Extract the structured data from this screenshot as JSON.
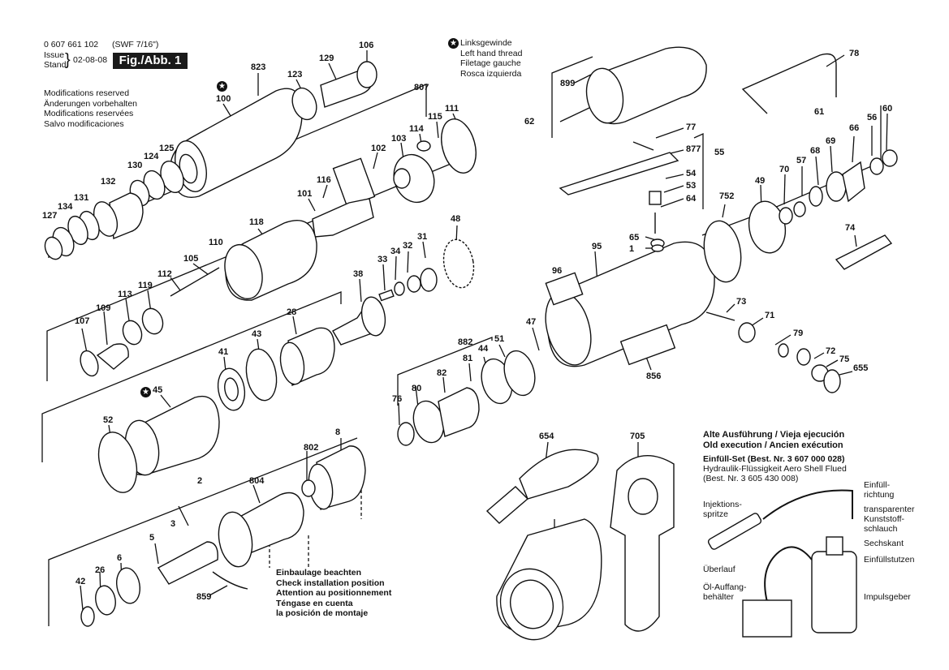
{
  "header": {
    "part_number": "0 607 661 102",
    "model": "(SWF 7/16\")",
    "issue_label": "Issue",
    "stand_label": "Stand",
    "brace": "}",
    "issue_date": "02-08-08",
    "figure_label": "Fig./Abb. 1"
  },
  "modifications": [
    "Modifications reserved",
    "Änderungen vorbehalten",
    "Modifications reservées",
    "Salvo modificaciones"
  ],
  "thread_legend": {
    "symbol": "★",
    "lines": [
      "Linksgewinde",
      "Left hand thread",
      "Filetage gauche",
      "Rosca izquierda"
    ]
  },
  "installation_note": [
    "Einbaulage beachten",
    "Check installation position",
    "Attention au positionnement",
    "Téngase en cuenta",
    "la posición de montaje"
  ],
  "old_execution": {
    "title_1": "Alte Ausführung / Vieja ejecución",
    "title_2": "Old execution / Ancien exécution",
    "set_line": "Einfüll-Set (Best. Nr. 3 607 000 028)",
    "fluid_line": "Hydraulik-Flüssigkeit Aero Shell Flued",
    "fluid_order": "(Best. Nr. 3 605 430 008)",
    "labels": {
      "injektionsspritze_1": "Injektions-",
      "injektionsspritze_2": "spritze",
      "einfull_1": "Einfüll-",
      "einfull_2": "richtung",
      "schlauch_1": "transparenter",
      "schlauch_2": "Kunststoff-",
      "schlauch_3": "schlauch",
      "sechskant": "Sechskant",
      "stutzen": "Einfüllstutzen",
      "uberlauf": "Überlauf",
      "behalter_1": "Öl-Auffang-",
      "behalter_2": "behälter",
      "impulsgeber": "Impulsgeber"
    }
  },
  "part_numbers": [
    "823",
    "106",
    "129",
    "123",
    "100",
    "807",
    "111",
    "115",
    "114",
    "103",
    "102",
    "116",
    "101",
    "125",
    "124",
    "130",
    "132",
    "131",
    "134",
    "127",
    "118",
    "110",
    "105",
    "112",
    "119",
    "113",
    "109",
    "107",
    "48",
    "31",
    "32",
    "34",
    "33",
    "38",
    "28",
    "43",
    "41",
    "45",
    "52",
    "882",
    "51",
    "44",
    "81",
    "82",
    "80",
    "76",
    "47",
    "8",
    "802",
    "2",
    "804",
    "3",
    "5",
    "6",
    "26",
    "42",
    "859",
    "899",
    "62",
    "78",
    "77",
    "877",
    "55",
    "54",
    "53",
    "64",
    "65",
    "1",
    "95",
    "96",
    "856",
    "61",
    "60",
    "56",
    "66",
    "69",
    "68",
    "57",
    "70",
    "49",
    "752",
    "74",
    "73",
    "71",
    "79",
    "72",
    "75",
    "655",
    "654",
    "705"
  ]
}
